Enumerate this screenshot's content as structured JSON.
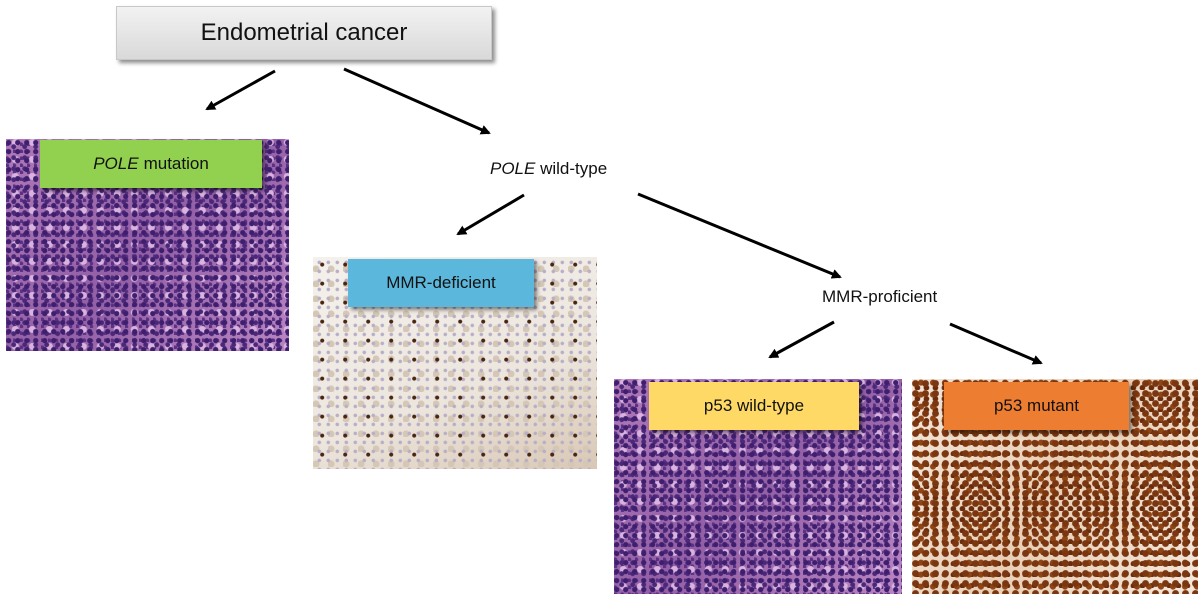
{
  "root": {
    "label": "Endometrial cancer"
  },
  "pole_mutation": {
    "label_italic": "POLE",
    "label_rest": "mutation",
    "color": "#92d050"
  },
  "pole_wildtype": {
    "label_italic": "POLE",
    "label_rest": "wild-type"
  },
  "mmr_deficient": {
    "label": "MMR-deficient",
    "color": "#5bb8dc"
  },
  "mmr_proficient": {
    "label": "MMR-proficient"
  },
  "p53_wildtype": {
    "label": "p53 wild-type",
    "color": "#ffd966"
  },
  "p53_mutant": {
    "label": "p53 mutant",
    "color": "#ed7d31"
  },
  "colors": {
    "arrow": "#000000",
    "root_box": "#e0e0e0"
  }
}
